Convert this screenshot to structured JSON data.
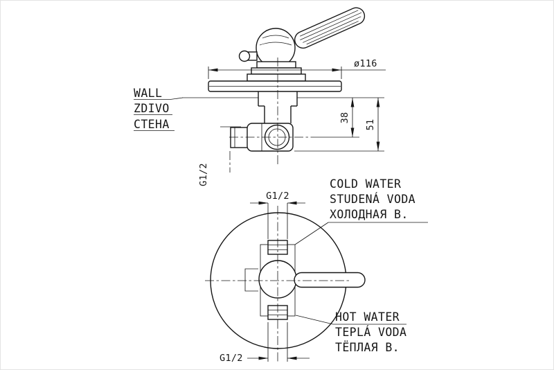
{
  "labels": {
    "wall": [
      "WALL",
      "ZDIVO",
      "СТЕНА"
    ],
    "cold_water": [
      "COLD WATER",
      "STUDENÁ VODA",
      "ХОЛОДНАЯ В."
    ],
    "hot_water": [
      "HOT WATER",
      "TEPLÁ VODA",
      "ТЁПЛАЯ В."
    ]
  },
  "dimensions": {
    "flange_diameter": "ø116",
    "wall_to_outlet": "38",
    "wall_to_bottom": "51",
    "side_thread": "G1/2",
    "top_thread": "G1/2",
    "bottom_thread": "G1/2"
  },
  "colors": {
    "line": "#161616",
    "background": "#ffffff"
  }
}
